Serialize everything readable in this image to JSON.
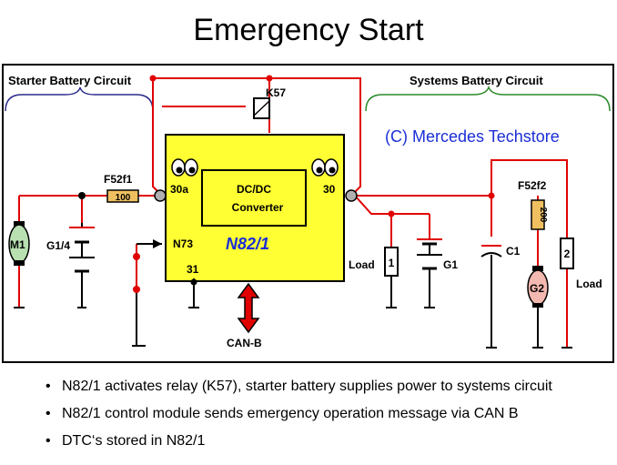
{
  "title": "Emergency Start",
  "diagram": {
    "starter_circuit_label": "Starter Battery Circuit",
    "systems_circuit_label": "Systems Battery Circuit",
    "copyright": "(C) Mercedes Techstore",
    "relay_label": "K57",
    "fuse1_label": "F52f1",
    "fuse1_value": "100",
    "fuse2_label": "F52f2",
    "fuse2_value": "200",
    "converter_line1": "DC/DC",
    "converter_line2": "Converter",
    "module_label": "N82/1",
    "terminal_30a": "30a",
    "terminal_30": "30",
    "terminal_31": "31",
    "terminal_n73": "N73",
    "motor_label": "M1",
    "battery1_label": "G1/4",
    "load1_label": "Load",
    "load1_value": "1",
    "battery2_label": "G1",
    "capacitor_label": "C1",
    "generator_label": "G2",
    "load2_label": "Load",
    "load2_value": "2",
    "bus_label": "CAN-B"
  },
  "bullets": [
    "N82/1 activates relay (K57), starter battery supplies power to systems circuit",
    "N82/1 control module sends emergency operation message via CAN B",
    "DTC‘s stored in N82/1"
  ],
  "colors": {
    "wire": "#e00000",
    "module_fill": "#ffff33",
    "fuse_fill": "#f0c060",
    "brace_left": "#2c2c8a",
    "brace_right": "#2a8a2a",
    "copyright_text": "#1a2ed6",
    "module_text": "#1a2ed6"
  }
}
